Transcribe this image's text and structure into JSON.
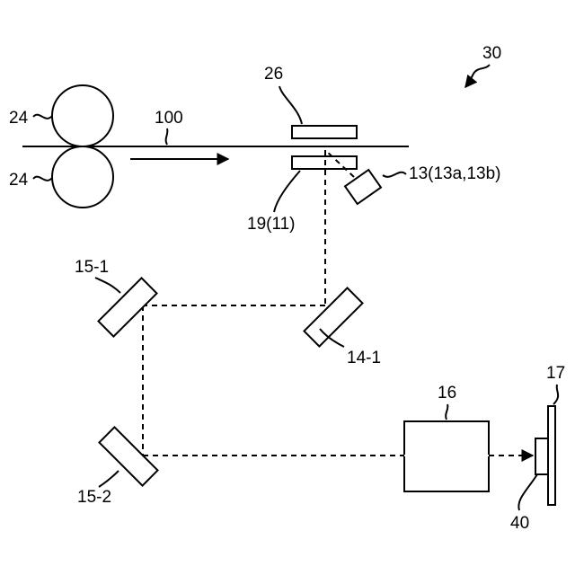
{
  "labels": {
    "system": "30",
    "roller_top": "24",
    "roller_bottom": "24",
    "sheet": "100",
    "upper_member": "26",
    "lower_member": "19(11)",
    "light_source": "13(13a,13b)",
    "mirror_15_1": "15-1",
    "mirror_14_1": "14-1",
    "mirror_15_2": "15-2",
    "lens": "16",
    "sensor": "40",
    "board": "17"
  }
}
